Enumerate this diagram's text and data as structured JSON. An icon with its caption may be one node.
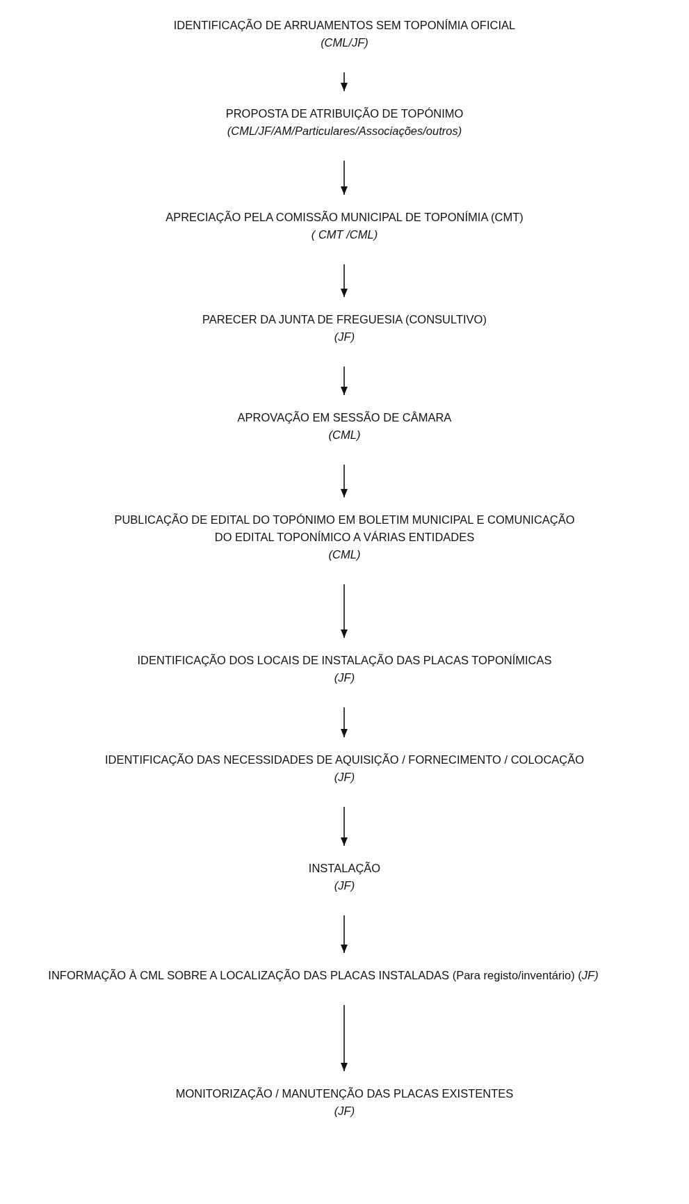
{
  "diagram": {
    "nodes": [
      {
        "text": [
          "IDENTIFICAÇÃO DE ARRUAMENTOS SEM TOPONÍMIA OFICIAL",
          "(CML/JF)"
        ]
      },
      {
        "text": [
          "PROPOSTA DE ATRIBUIÇÃO DE TOPÓNIMO",
          "(CML/JF/AM/Particulares/Associações/outros)"
        ]
      },
      {
        "text": [
          "APRECIAÇÃO PELA COMISSÃO MUNICIPAL DE TOPONÍMIA (CMT)",
          "( CMT /CML)"
        ]
      },
      {
        "text": [
          "PARECER DA JUNTA DE FREGUESIA (CONSULTIVO)",
          "(JF)"
        ]
      },
      {
        "text": [
          "APROVAÇÃO EM SESSÃO DE CÂMARA",
          "(CML)"
        ]
      },
      {
        "text": [
          "PUBLICAÇÃO DE EDITAL DO TOPÓNIMO EM BOLETIM MUNICIPAL E COMUNICAÇÃO DO EDITAL TOPONÍMICO A VÁRIAS ENTIDADES",
          "(CML)"
        ]
      },
      {
        "text": [
          "IDENTIFICAÇÃO DOS LOCAIS DE INSTALAÇÃO DAS PLACAS TOPONÍMICAS",
          "(JF)"
        ]
      },
      {
        "text": [
          "IDENTIFICAÇÃO DAS NECESSIDADES DE AQUISIÇÃO / FORNECIMENTO / COLOCAÇÃO",
          "(JF)"
        ]
      },
      {
        "text": [
          "INSTALAÇÃO",
          "(JF)"
        ]
      },
      {
        "text": [
          "INFORMAÇÃO À CML SOBRE A LOCALIZAÇÃO DAS PLACAS INSTALADAS (Para registo/inventário) (*JF)*"
        ]
      },
      {
        "text": [
          "MONITORIZAÇÃO / MANUTENÇÃO DAS PLACAS EXISTENTES",
          "(JF)"
        ]
      }
    ],
    "edges": [
      {
        "from": 0,
        "to": 1,
        "arrow": "to"
      },
      {
        "from": 1,
        "to": 2,
        "arrow": "to"
      },
      {
        "from": 2,
        "to": 3,
        "arrow": "to"
      },
      {
        "from": 3,
        "to": 4,
        "arrow": "to"
      },
      {
        "from": 4,
        "to": 5,
        "arrow": "to"
      },
      {
        "from": 5,
        "to": 6,
        "arrow": "to"
      },
      {
        "from": 6,
        "to": 7,
        "arrow": "to"
      },
      {
        "from": 7,
        "to": 8,
        "arrow": "to"
      },
      {
        "from": 8,
        "to": 9,
        "arrow": "to"
      },
      {
        "from": 9,
        "to": 10,
        "arrow": "to"
      }
    ]
  }
}
